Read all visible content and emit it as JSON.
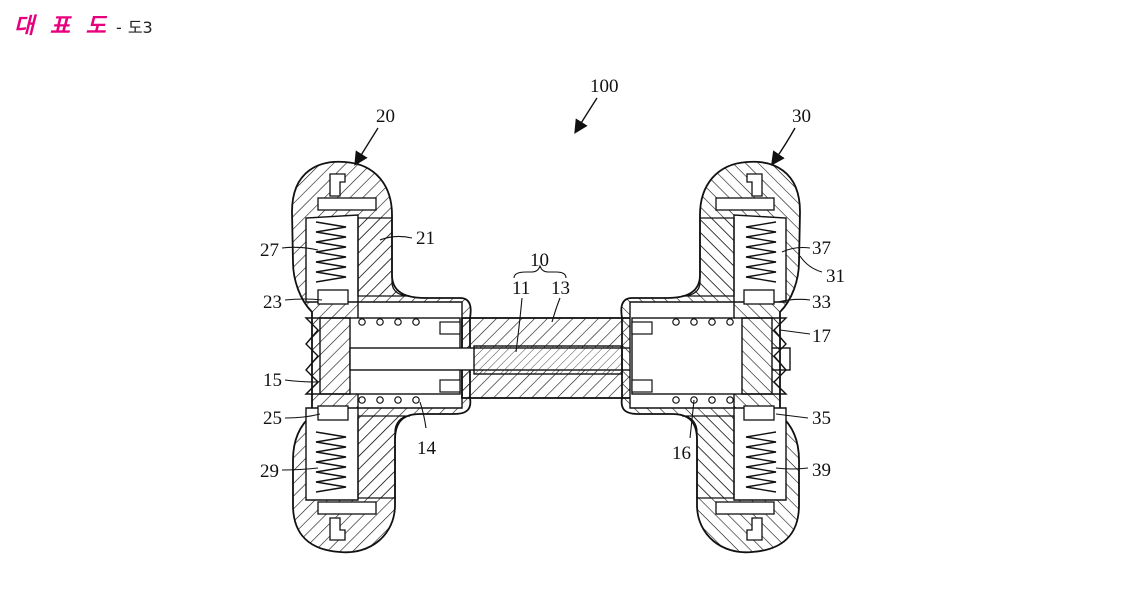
{
  "header": {
    "title": "대 표 도",
    "separator": "-",
    "figure_ref": "도3"
  },
  "labels": {
    "assembly": "100",
    "left_unit": "20",
    "right_unit": "30",
    "body": "10",
    "core": "11",
    "sleeve": "13",
    "l_spring_row": "14",
    "l_connector": "15",
    "r_spring_row": "16",
    "r_connector": "17",
    "l_cap": "21",
    "l_upper_seat": "23",
    "l_lower_seat": "25",
    "l_upper_spring": "27",
    "l_lower_spring": "29",
    "r_cap": "31",
    "r_upper_seat": "33",
    "r_lower_seat": "35",
    "r_upper_spring": "37",
    "r_lower_spring": "39"
  }
}
